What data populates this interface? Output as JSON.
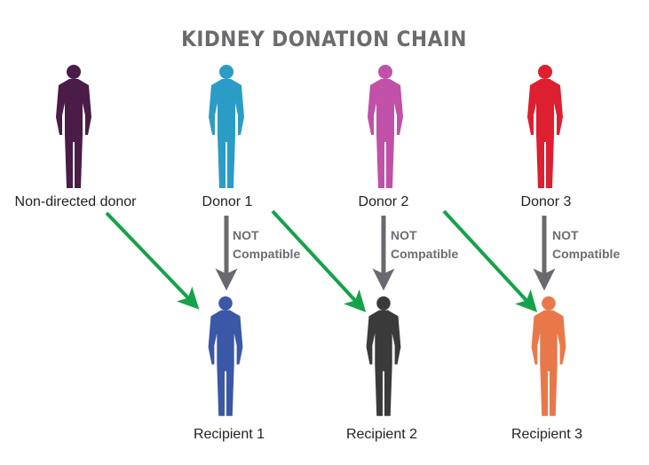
{
  "title": "KIDNEY DONATION CHAIN",
  "donors": [
    {
      "label": "Non-directed donor",
      "color": "#4a1c47"
    },
    {
      "label": "Donor 1",
      "color": "#2b9cc6"
    },
    {
      "label": "Donor 2",
      "color": "#c050a8"
    },
    {
      "label": "Donor 3",
      "color": "#dd1f2f"
    }
  ],
  "recipients": [
    {
      "label": "Recipient 1",
      "color": "#3a57a8"
    },
    {
      "label": "Recipient 2",
      "color": "#3a3a3a"
    },
    {
      "label": "Recipient 3",
      "color": "#e8784a"
    }
  ],
  "incompatibility": {
    "line1": "NOT",
    "line2": "Compatible"
  },
  "colors": {
    "compatible_arrow": "#14a24a",
    "incompatible_arrow": "#6a6a6e"
  }
}
